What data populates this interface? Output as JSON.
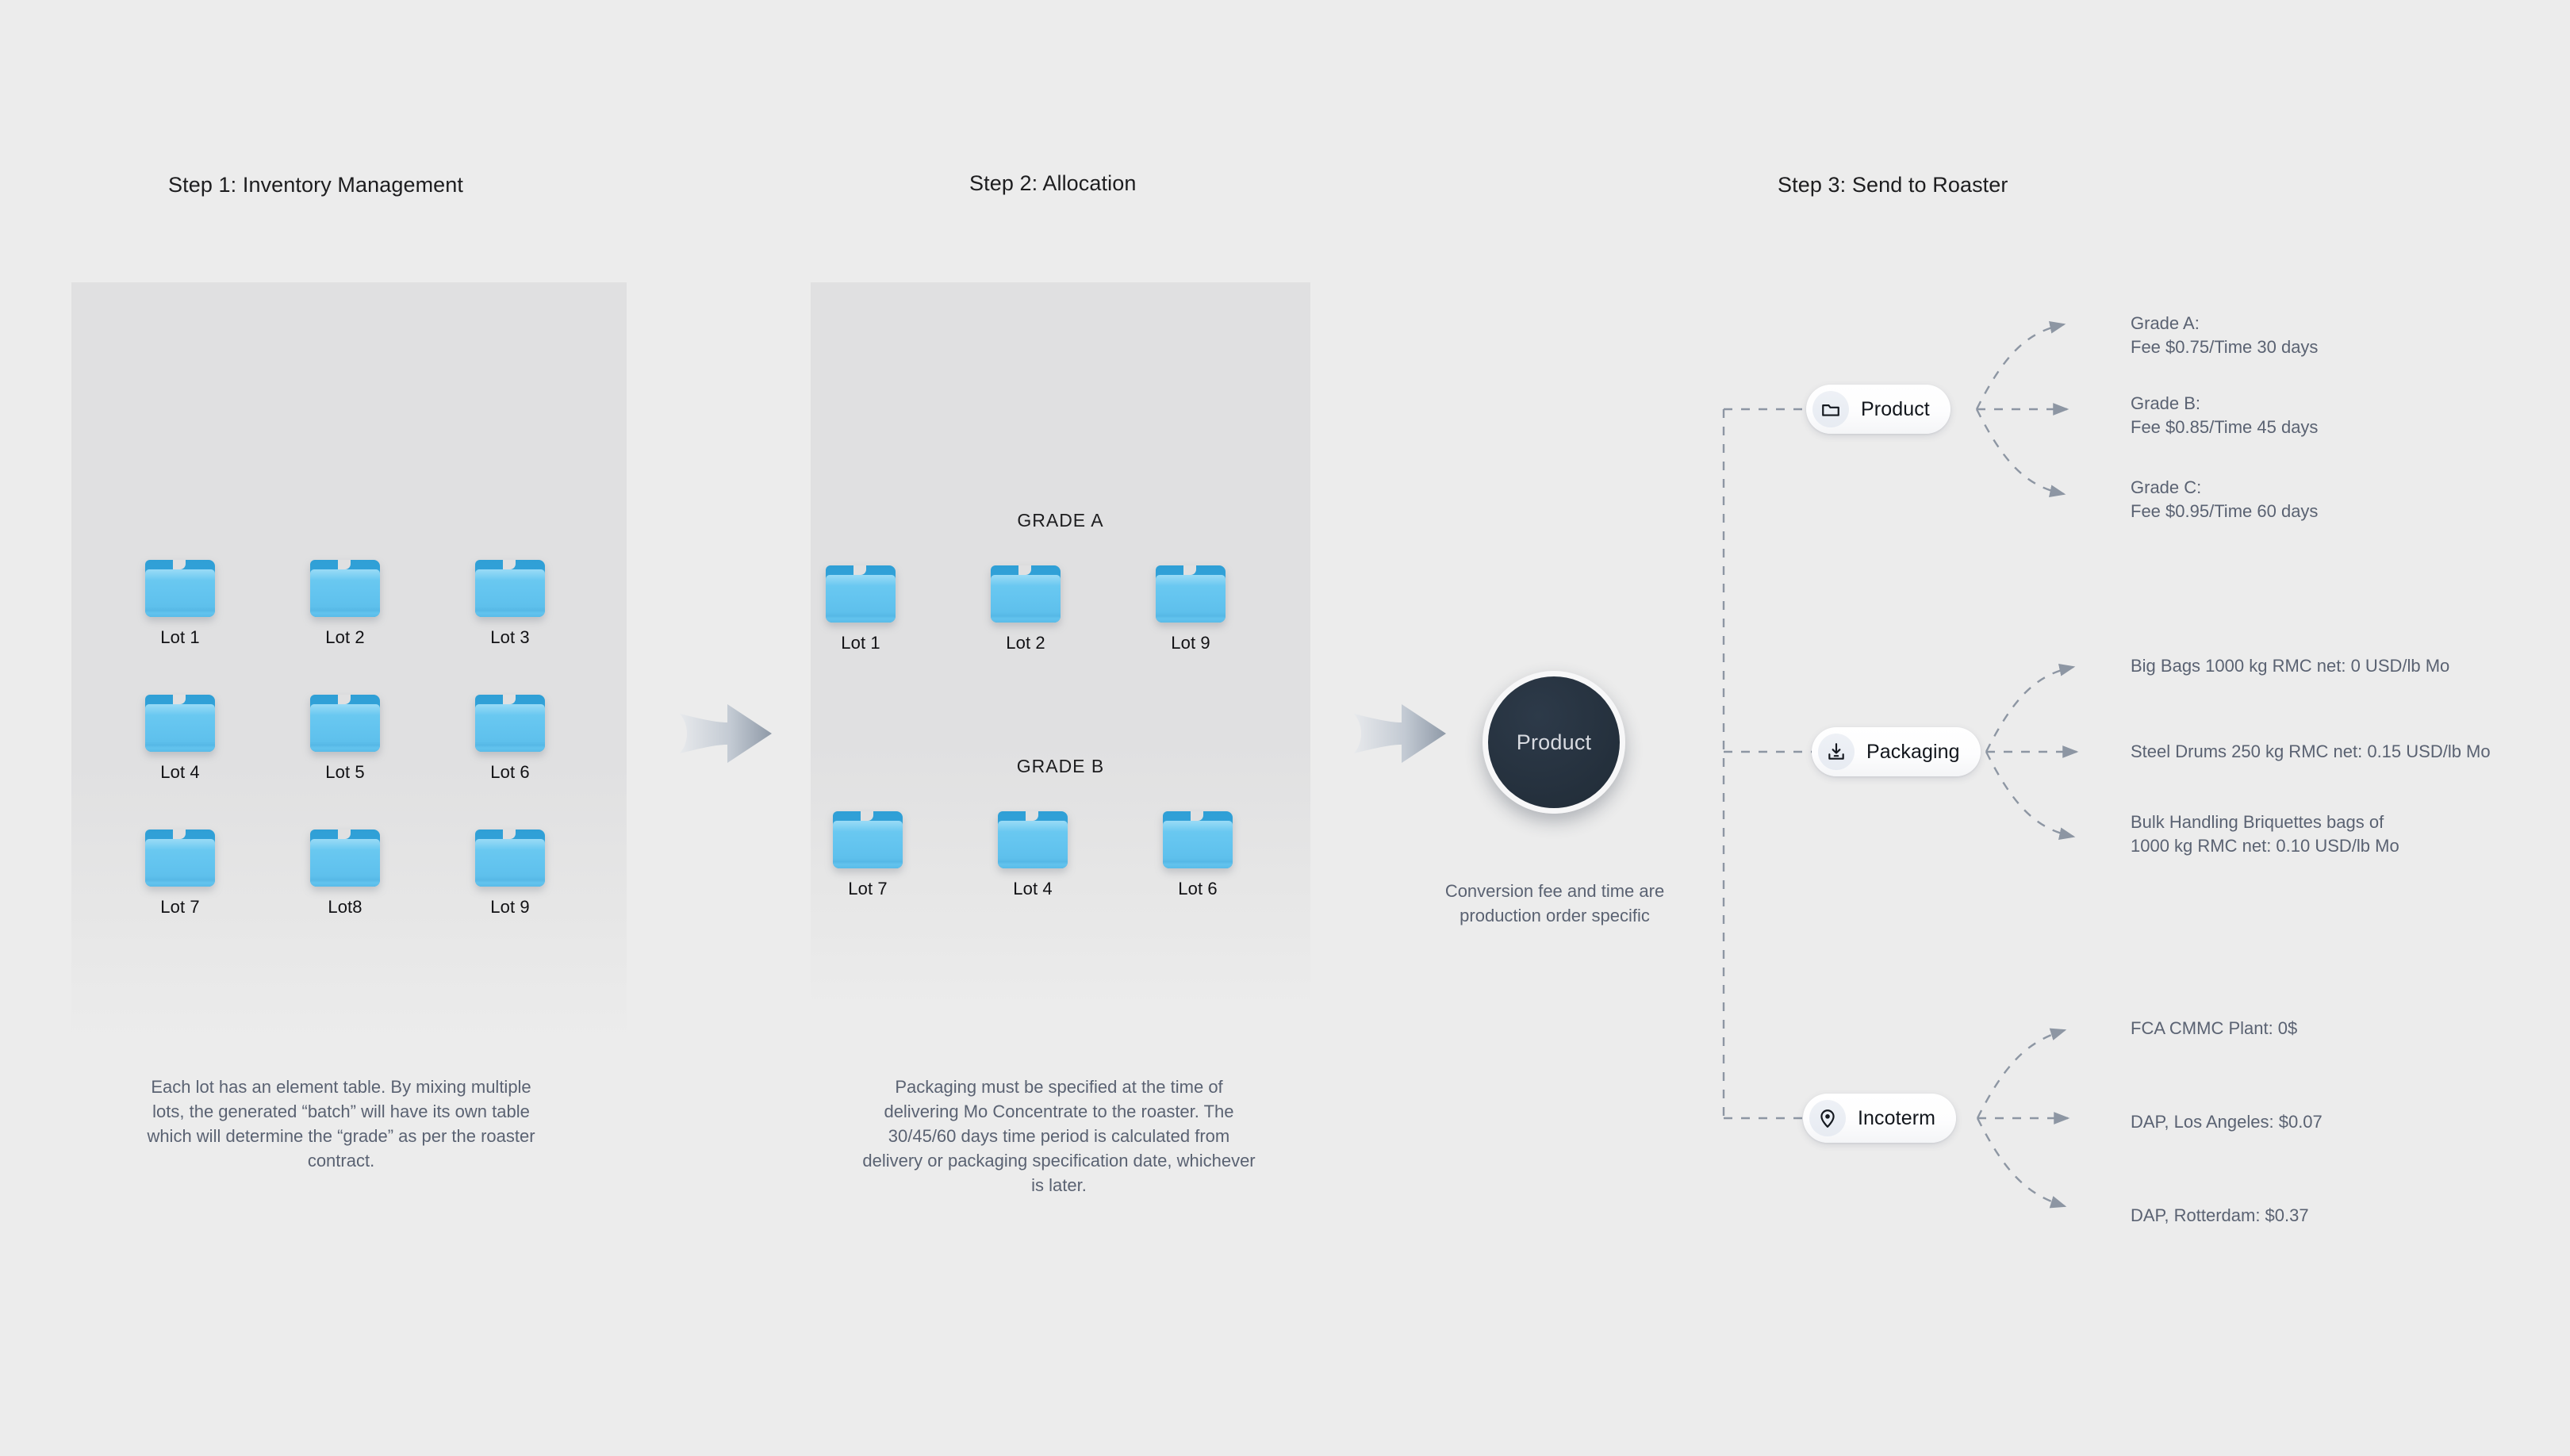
{
  "steps": [
    {
      "title": "Step 1: Inventory Management"
    },
    {
      "title": "Step 2: Allocation"
    },
    {
      "title": "Step 3: Send to Roaster"
    }
  ],
  "step1": {
    "lots": [
      "Lot 1",
      "Lot 2",
      "Lot 3",
      "Lot 4",
      "Lot 5",
      "Lot 6",
      "Lot 7",
      "Lot8",
      "Lot 9"
    ],
    "caption": "Each lot has an element table.\nBy mixing multiple lots, the generated “batch” will have its own table which will determine the “grade” as per the roaster contract."
  },
  "step2": {
    "groups": [
      {
        "heading": "GRADE A",
        "lots": [
          "Lot 1",
          "Lot 2",
          "Lot 9"
        ]
      },
      {
        "heading": "GRADE B",
        "lots": [
          "Lot 7",
          "Lot 4",
          "Lot 6"
        ]
      }
    ],
    "caption": "Packaging must be specified at the time of delivering Mo Concentrate to the roaster. The 30/45/60 days time period is calculated from delivery or packaging specification date, whichever is later."
  },
  "product": {
    "label": "Product",
    "caption": "Conversion fee and time are production order specific"
  },
  "step3": {
    "branches": [
      {
        "pill_label": "Product",
        "icon": "folder-icon",
        "leaves": [
          "Grade A:\nFee $0.75/Time 30 days",
          "Grade B:\nFee $0.85/Time 45 days",
          "Grade C:\nFee $0.95/Time 60 days"
        ]
      },
      {
        "pill_label": "Packaging",
        "icon": "inbox-download-icon",
        "leaves": [
          "Big Bags 1000 kg RMC net: 0 USD/lb Mo",
          "Steel Drums 250 kg RMC net: 0.15 USD/lb Mo",
          "Bulk Handling Briquettes bags of\n1000 kg RMC net: 0.10 USD/lb Mo"
        ]
      },
      {
        "pill_label": "Incoterm",
        "icon": "map-pin-icon",
        "leaves": [
          "FCA CMMC Plant: 0$",
          "DAP, Los Angeles: $0.07",
          "DAP, Rotterdam: $0.37"
        ]
      }
    ]
  },
  "colors": {
    "page_bg": "#ececec",
    "panel_bg": "#e0e0e1",
    "folder_blue": "#63c4ef",
    "folder_tab_blue": "#2f9fd6",
    "product_navy": "#26323f",
    "text_muted": "#5a6272",
    "text_dark": "#1d1d1f",
    "dash_line": "#8d96a3"
  }
}
